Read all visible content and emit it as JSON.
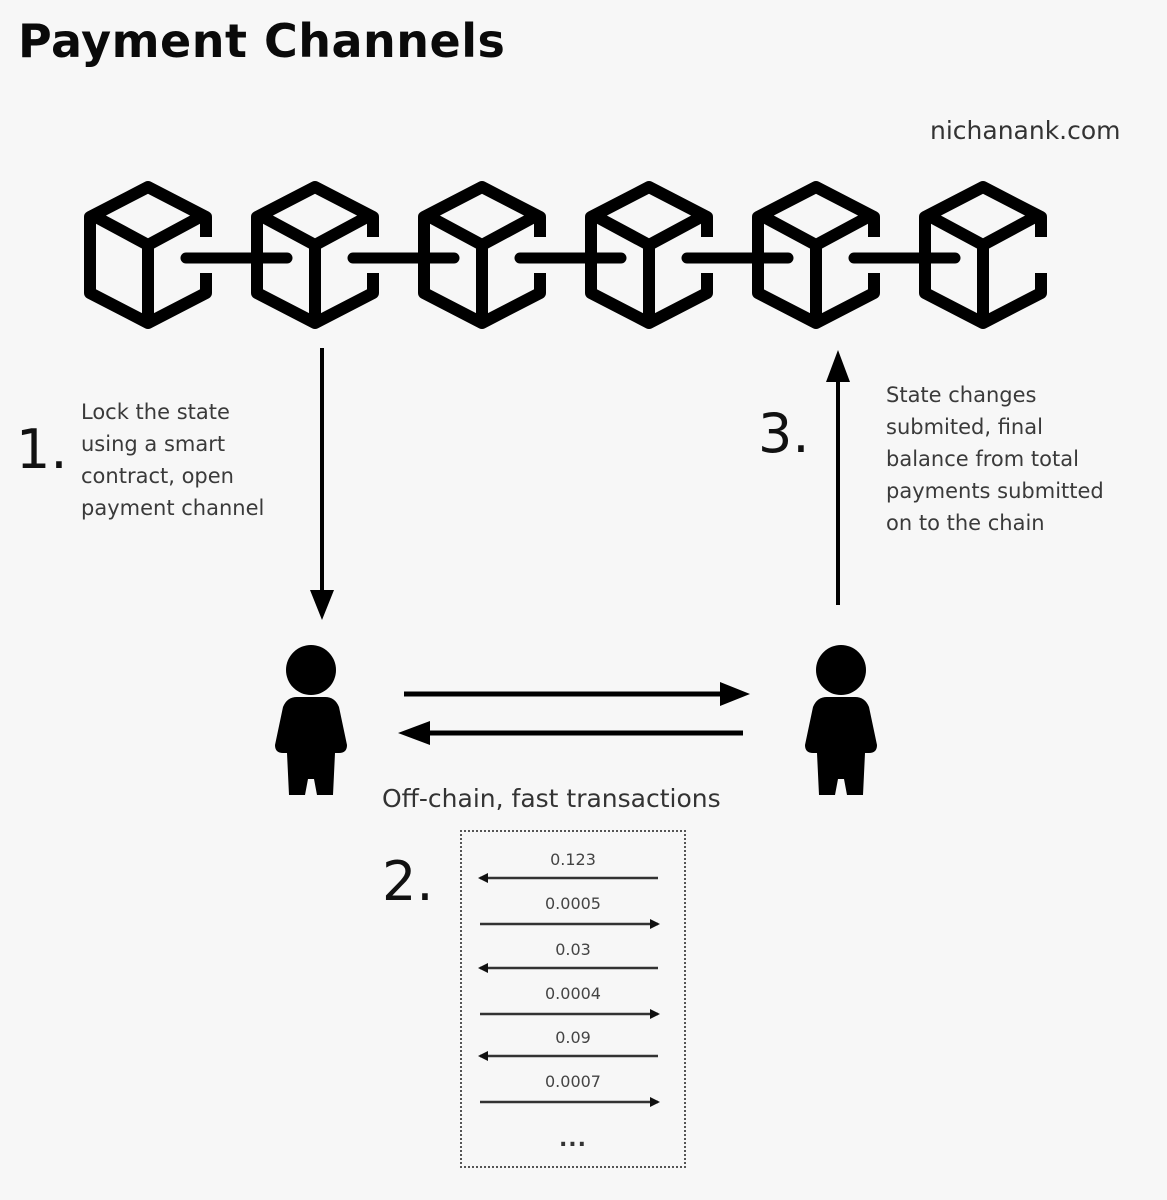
{
  "title": "Payment Channels",
  "credit": "nichanank.com",
  "blockchain": {
    "block_count": 6,
    "icon": "cube-block-icon"
  },
  "steps": [
    {
      "number": "1.",
      "lines": [
        "Lock the state",
        "using a smart",
        "contract, open",
        "payment channel"
      ]
    },
    {
      "number": "2.",
      "label": "Off-chain, fast transactions"
    },
    {
      "number": "3.",
      "lines": [
        "State changes",
        "submited, final",
        "balance from total",
        "payments submitted",
        "on to the chain"
      ]
    }
  ],
  "participants": [
    {
      "icon": "person-icon",
      "role": "left-party"
    },
    {
      "icon": "person-icon",
      "role": "right-party"
    }
  ],
  "transactions": [
    {
      "amount": "0.123",
      "direction": "left"
    },
    {
      "amount": "0.0005",
      "direction": "right"
    },
    {
      "amount": "0.03",
      "direction": "left"
    },
    {
      "amount": "0.0004",
      "direction": "right"
    },
    {
      "amount": "0.09",
      "direction": "left"
    },
    {
      "amount": "0.0007",
      "direction": "right"
    }
  ],
  "ellipsis": "..."
}
